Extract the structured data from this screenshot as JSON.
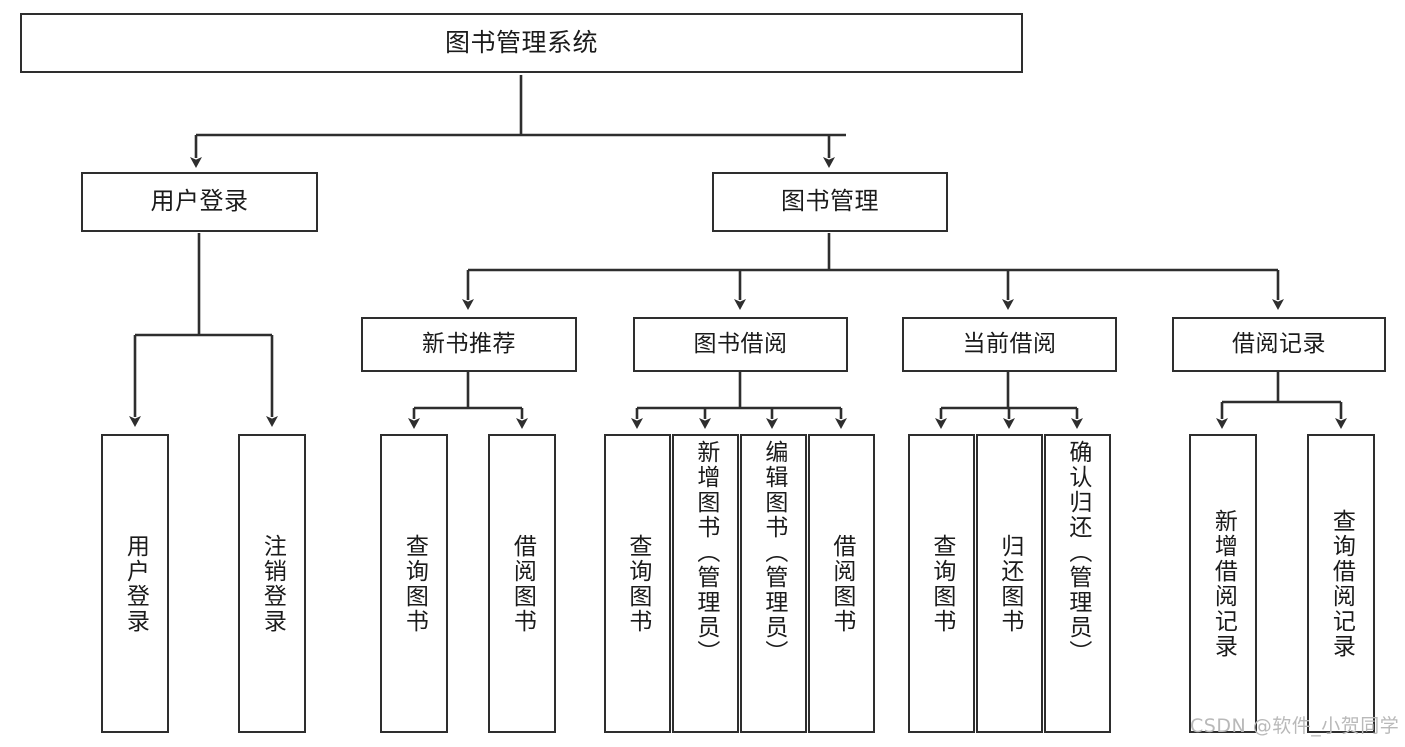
{
  "diagram": {
    "title": "图书管理系统",
    "type": "tree",
    "colors": {
      "box_border": "#2e2e2e",
      "box_fill": "#ffffff",
      "line": "#2e2e2e",
      "text": "#1b1b1b",
      "watermark": "#b9b9b9",
      "background": "#ffffff"
    },
    "root": {
      "label": "图书管理系统"
    },
    "level1": [
      {
        "id": "user-login",
        "label": "用户登录"
      },
      {
        "id": "book-manage",
        "label": "图书管理"
      }
    ],
    "level2": [
      {
        "id": "new-book-rec",
        "label": "新书推荐"
      },
      {
        "id": "book-borrow",
        "label": "图书借阅"
      },
      {
        "id": "current-borrow",
        "label": "当前借阅"
      },
      {
        "id": "borrow-record",
        "label": "借阅记录"
      }
    ],
    "leaves": {
      "user_login": [
        {
          "id": "leaf-user-login",
          "label": "用户登录"
        },
        {
          "id": "leaf-logout",
          "label": "注销登录"
        }
      ],
      "new_book_rec": [
        {
          "id": "leaf-query-book-1",
          "label": "查询图书"
        },
        {
          "id": "leaf-borrow-book-1",
          "label": "借阅图书"
        }
      ],
      "book_borrow": [
        {
          "id": "leaf-query-book-2",
          "label": "查询图书"
        },
        {
          "id": "leaf-add-book",
          "label": "新增图书（管理员）"
        },
        {
          "id": "leaf-edit-book",
          "label": "编辑图书（管理员）"
        },
        {
          "id": "leaf-borrow-book-2",
          "label": "借阅图书"
        }
      ],
      "current_borrow": [
        {
          "id": "leaf-query-book-3",
          "label": "查询图书"
        },
        {
          "id": "leaf-return-book",
          "label": "归还图书"
        },
        {
          "id": "leaf-confirm-return",
          "label": "确认归还（管理员）"
        }
      ],
      "borrow_record": [
        {
          "id": "leaf-add-record",
          "label": "新增借阅记录"
        },
        {
          "id": "leaf-query-record",
          "label": "查询借阅记录"
        }
      ]
    }
  },
  "watermark": {
    "text": "CSDN @软件_小贺同学"
  }
}
